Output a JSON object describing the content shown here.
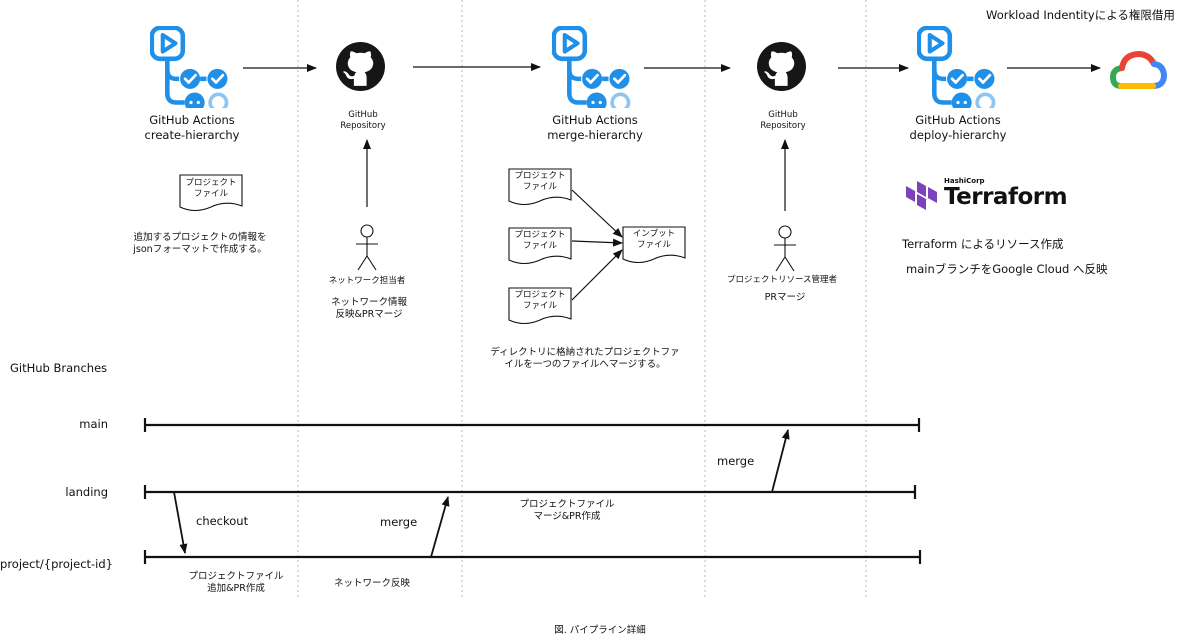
{
  "top_right_note": "Workload Indentityによる権限借用",
  "stages": {
    "create": {
      "line1": "GitHub Actions",
      "line2": "create-hierarchy"
    },
    "repo1": {
      "line1": "GitHub",
      "line2": "Repository"
    },
    "merge": {
      "line1": "GitHub Actions",
      "line2": "merge-hierarchy"
    },
    "repo2": {
      "line1": "GitHub",
      "line2": "Repository"
    },
    "deploy": {
      "line1": "GitHub Actions",
      "line2": "deploy-hierarchy"
    }
  },
  "project_file": {
    "line1": "プロジェクト",
    "line2": "ファイル"
  },
  "input_file": {
    "line1": "インプット",
    "line2": "ファイル"
  },
  "create_desc": {
    "line1": "追加するプロジェクトの情報を",
    "line2": "jsonフォーマットで作成する。"
  },
  "network_actor": "ネットワーク担当者",
  "network_desc": {
    "line1": "ネットワーク情報",
    "line2": "反映&PRマージ"
  },
  "merge_desc": {
    "line1": "ディレクトリに格納されたプロジェクトファ",
    "line2": "イルを一つのファイルへマージする。"
  },
  "resource_actor": "プロジェクトリソース管理者",
  "pr_merge": "PRマージ",
  "terraform": {
    "brand_small": "HashiCorp",
    "brand": "Terraform"
  },
  "terraform_desc": {
    "line1": "Terraform によるリソース作成",
    "line2": "mainブランチをGoogle Cloud へ反映"
  },
  "branches": {
    "heading": "GitHub Branches",
    "main": "main",
    "landing": "landing",
    "project": "project/{project-id}"
  },
  "flow_labels": {
    "checkout": "checkout",
    "merge_left": "merge",
    "merge_right": "merge",
    "project_pr": {
      "line1": "プロジェクトファイル",
      "line2": "マージ&PR作成"
    },
    "add_pr": {
      "line1": "プロジェクトファイル",
      "line2": "追加&PR作成"
    },
    "network_reflect": "ネットワーク反映"
  },
  "caption": "図. パイプライン詳細",
  "colors": {
    "actions_blue": "#1f8fe8",
    "actions_light": "#8ec6f3",
    "github_black": "#161616",
    "terraform_purple": "#7b42bc",
    "line": "#111111",
    "divider": "#b8b8b8",
    "gc_red": "#ea4335",
    "gc_yellow": "#fbbc04",
    "gc_green": "#34a853",
    "gc_blue": "#4285f4"
  }
}
